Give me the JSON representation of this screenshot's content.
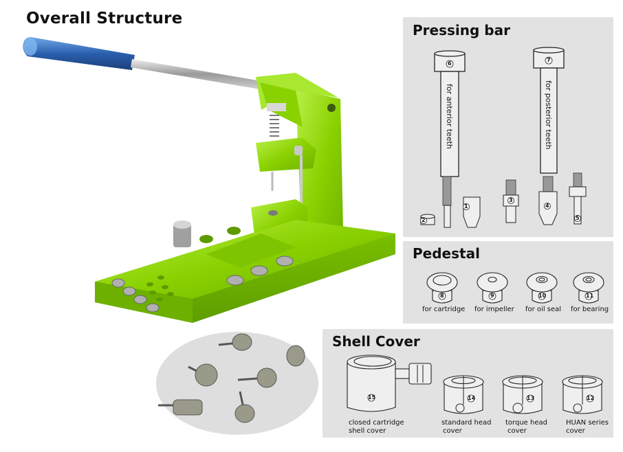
{
  "page": {
    "title": "Overall Structure"
  },
  "photo": {
    "description": "Green anodized aluminium bearing press with blue-handled lever, base with holes holding pedestals and press tools",
    "colors": {
      "body": "#8fd400",
      "handle": "#2f6fc0",
      "steel": "#b8b8b8"
    },
    "inset_description": "Oval inset photo of six dental handpiece turbine cartridges"
  },
  "panels": {
    "pressing_bar": {
      "title": "Pressing bar",
      "bars": [
        {
          "number": "6",
          "label": "for anterior teeth"
        },
        {
          "number": "7",
          "label": "for posterior teeth"
        }
      ],
      "parts": [
        {
          "number": "2"
        },
        {
          "number": "1"
        },
        {
          "number": "3"
        },
        {
          "number": "4"
        },
        {
          "number": "5"
        }
      ]
    },
    "pedestal": {
      "title": "Pedestal",
      "items": [
        {
          "number": "8",
          "label": "for cartridge"
        },
        {
          "number": "9",
          "label": "for impeller"
        },
        {
          "number": "10",
          "label": "for oil seal"
        },
        {
          "number": "11",
          "label": "for bearing"
        }
      ]
    },
    "shell_cover": {
      "title": "Shell Cover",
      "items": [
        {
          "number": "15",
          "label_line1": "closed cartridge",
          "label_line2": "shell cover"
        },
        {
          "number": "14",
          "label_line1": "standard head",
          "label_line2": "cover"
        },
        {
          "number": "13",
          "label_line1": "torque head",
          "label_line2": "cover"
        },
        {
          "number": "12",
          "label_line1": "HUAN series",
          "label_line2": "cover"
        }
      ]
    }
  },
  "colors": {
    "panel_bg": "#e2e2e2",
    "line": "#222222",
    "page_bg": "#ffffff"
  }
}
